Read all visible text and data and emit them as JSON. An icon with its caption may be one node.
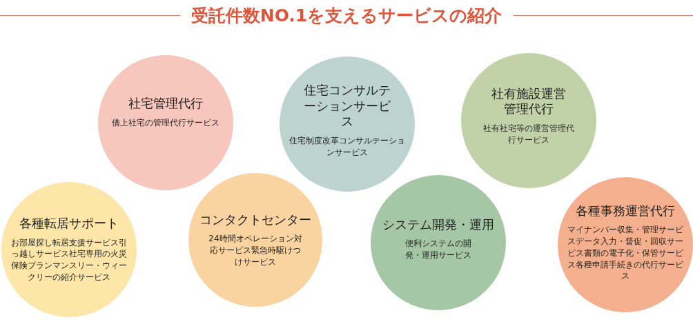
{
  "diagram": {
    "title": "受託件数NO.1を支えるサービスの紹介",
    "nodes": [
      {
        "text": [
          "社宅管理代行",
          "借上社宅の管理代行サービス"
        ]
      },
      {
        "text": [
          "住宅コンサルテーションサービス",
          "住宅制度改革コンサルテーションサービス"
        ]
      },
      {
        "text": [
          "社有施設運営管理代行",
          "社有社宅等の運営管理代行サービス"
        ]
      },
      {
        "text": [
          "各種転居サポート",
          "お部屋探し転居支援サービス引っ越しサービス社宅専用の火災保険プランマンスリー・ウィークリーの紹介サービス"
        ]
      },
      {
        "text": [
          "コンタクトセンター",
          "24時間オペレーション対応サービス緊急時駆けつけサービス"
        ]
      },
      {
        "text": [
          "システム開発・運用",
          "便利システムの開発・運用サービス"
        ]
      },
      {
        "text": [
          "各種事務運営代行",
          "マイナンバー収集・管理サービスデータ入力・督促・回収サービス書類の電子化・保管サービス各種申請手続きの代行サービス"
        ]
      }
    ]
  }
}
